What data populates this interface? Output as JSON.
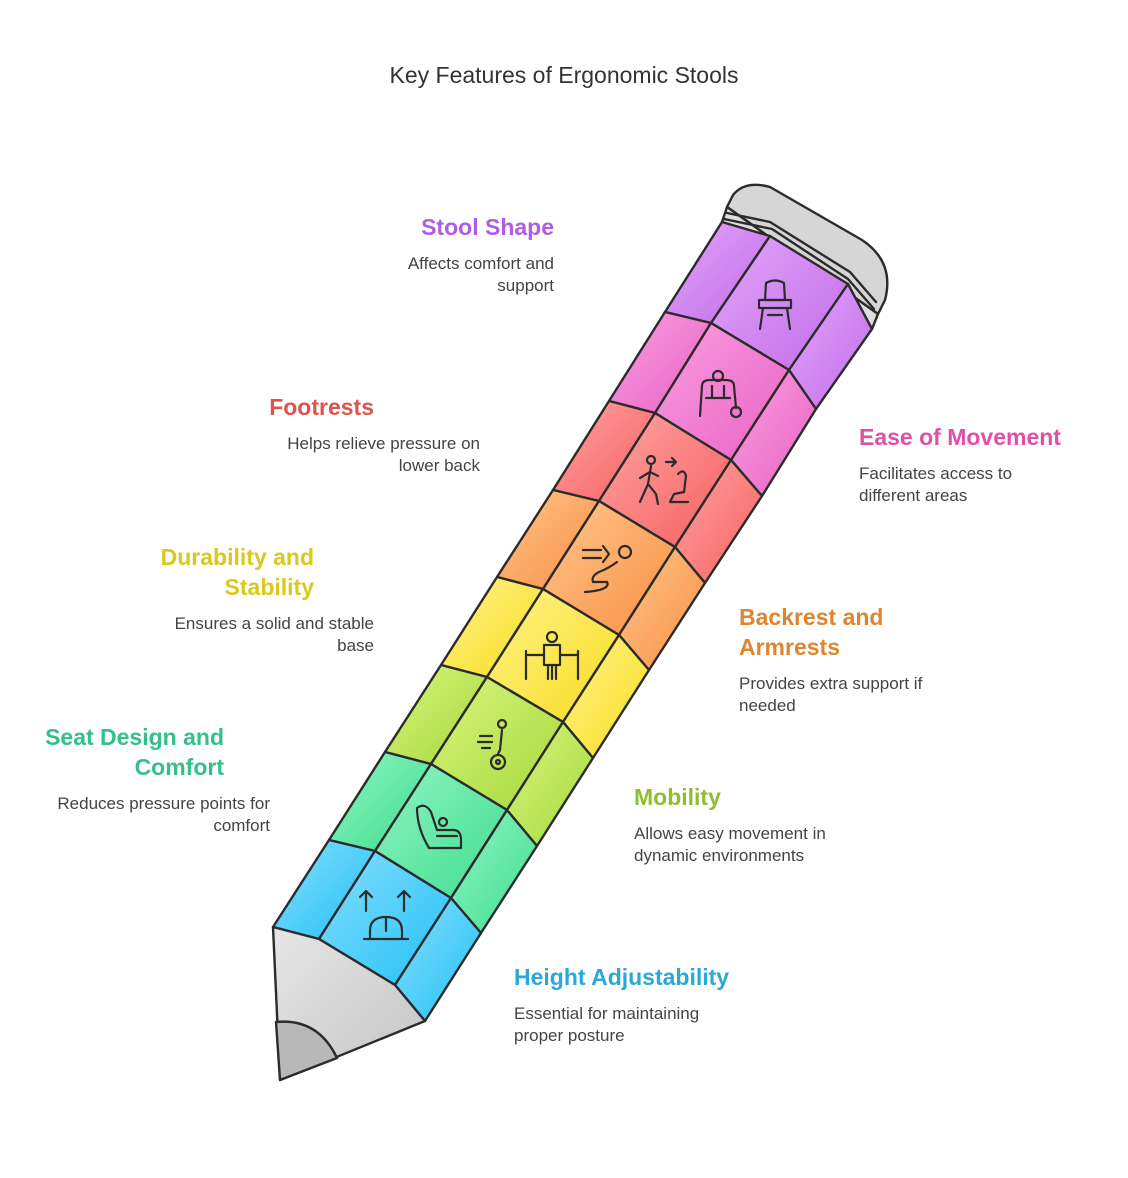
{
  "title": "Key Features of Ergonomic Stools",
  "colors": {
    "stool_shape": "#b05ce6",
    "ease_of_movement": "#e04fa8",
    "footrests": "#e0524d",
    "backrest_and_armrests": "#e0842f",
    "durability_and_stability": "#d9c81e",
    "mobility": "#8fbf2e",
    "seat_design_and_comfort": "#34c189",
    "height_adjustability": "#2aa8d8"
  },
  "features": [
    {
      "key": "stool_shape",
      "title": "Stool Shape",
      "description": "Affects comfort and support",
      "icon": "chair-icon"
    },
    {
      "key": "ease_of_movement",
      "title": "Ease of Movement",
      "description": "Facilitates access to different areas",
      "icon": "walker-icon"
    },
    {
      "key": "footrests",
      "title": "Footrests",
      "description": "Helps relieve pressure on lower back",
      "icon": "person-seat-icon"
    },
    {
      "key": "backrest_and_armrests",
      "title": "Backrest and Armrests",
      "description": "Provides extra support if needed",
      "icon": "reclining-person-icon"
    },
    {
      "key": "durability_and_stability",
      "title": "Durability and Stability",
      "description": "Ensures a solid and stable base",
      "icon": "person-between-posts-icon"
    },
    {
      "key": "mobility",
      "title": "Mobility",
      "description": "Allows easy movement in dynamic environments",
      "icon": "segway-icon"
    },
    {
      "key": "seat_design_and_comfort",
      "title": "Seat Design and Comfort",
      "description": "Reduces pressure points for comfort",
      "icon": "car-seat-icon"
    },
    {
      "key": "height_adjustability",
      "title": "Height Adjustability",
      "description": "Essential for maintaining proper posture",
      "icon": "helmet-arrows-icon"
    }
  ]
}
